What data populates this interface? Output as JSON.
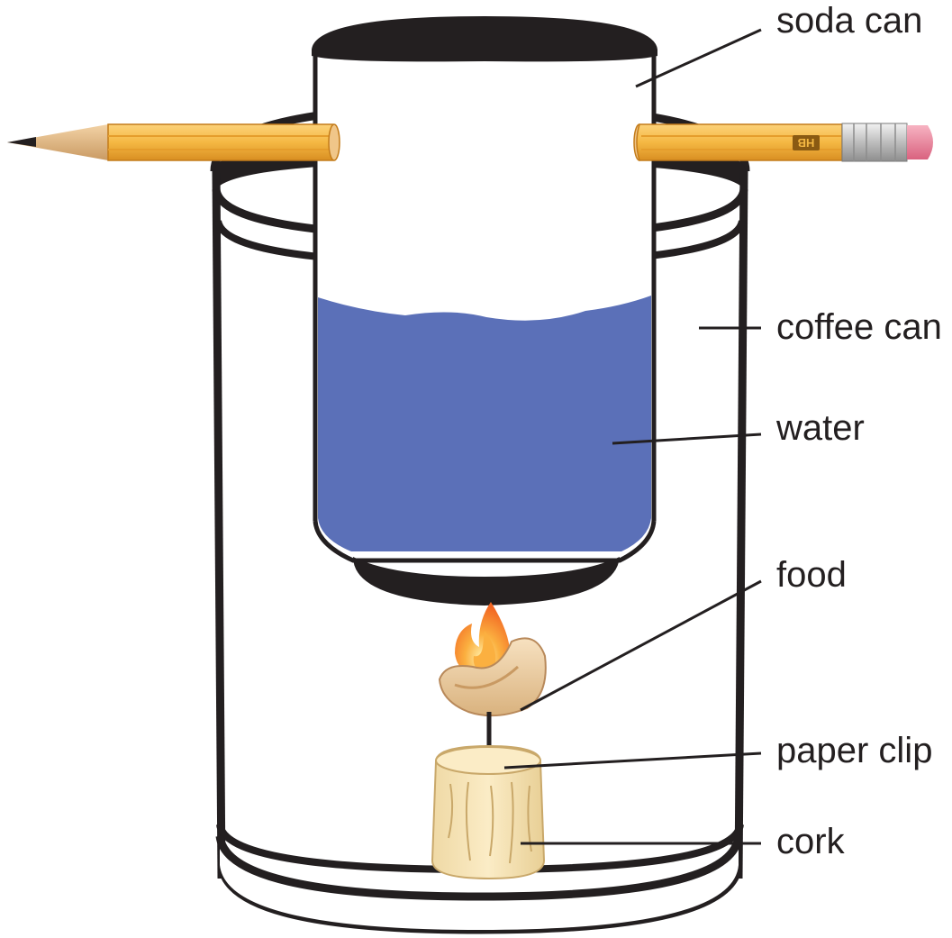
{
  "diagram": {
    "labels": {
      "soda_can": "soda can",
      "coffee_can": "coffee can",
      "water": "water",
      "food": "food",
      "paper_clip": "paper clip",
      "cork": "cork"
    },
    "pencil_marking": "HB",
    "colors": {
      "outline": "#231f20",
      "water": "#5b70b8",
      "pencil": "#f5b843",
      "pencil_shadow": "#e09a2a",
      "eraser": "#e9819a",
      "flame_outer": "#f26522",
      "flame_inner": "#fbb040",
      "food": "#f2d4a8",
      "cork": "#f5e2b0"
    }
  }
}
